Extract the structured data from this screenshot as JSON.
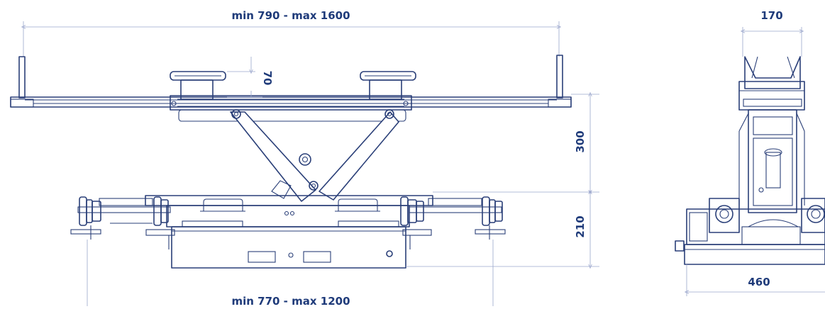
{
  "colors": {
    "line": "#2a3f78",
    "dimension": "#9aa6cc",
    "label": "#1f3b7a"
  },
  "dimensions": {
    "width_top": "min 790 - max 1600",
    "width_bottom": "min 770 - max 1200",
    "pad_height": "70",
    "lift_height": "300",
    "base_height": "210",
    "side_top_width": "170",
    "side_bottom_width": "460"
  }
}
